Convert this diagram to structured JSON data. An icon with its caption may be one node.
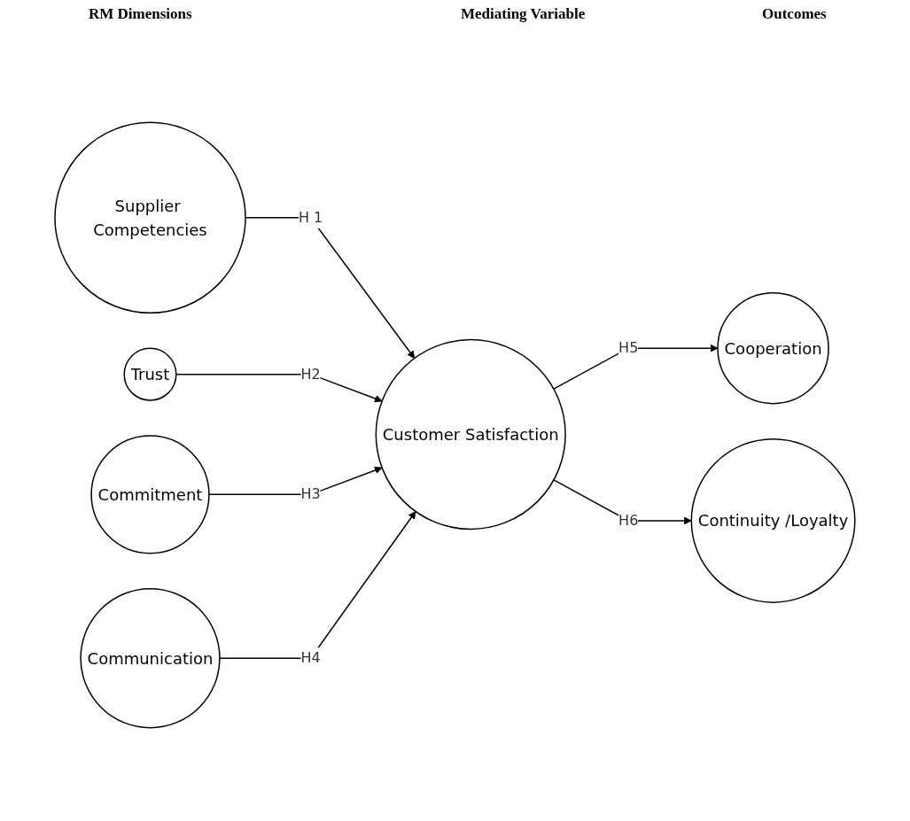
{
  "diagram": {
    "nodes": [
      {
        "text": [
          "Supplier Competencies"
        ]
      },
      {
        "text": [
          "Trust"
        ]
      },
      {
        "text": [
          "Commitment"
        ]
      },
      {
        "text": [
          "Communication"
        ]
      },
      {
        "text": [
          "Customer Satisfaction"
        ]
      },
      {
        "text": [
          "Cooperation"
        ]
      },
      {
        "text": [
          "Continuity /Loyalty"
        ]
      }
    ],
    "edges": [
      {
        "from": 0,
        "to": 4,
        "arrow": "to",
        "label": "H 1"
      },
      {
        "from": 1,
        "to": 4,
        "arrow": "to",
        "label": "H2"
      },
      {
        "from": 2,
        "to": 4,
        "arrow": "to",
        "label": "H3"
      },
      {
        "from": 3,
        "to": 4,
        "arrow": "to",
        "label": "H4"
      },
      {
        "from": 4,
        "to": 5,
        "arrow": "to",
        "label": "H5"
      },
      {
        "from": 4,
        "to": 6,
        "arrow": "to",
        "label": "H6"
      }
    ],
    "labels": [
      "RM Dimensions",
      "Mediating Variable",
      "Outcomes"
    ]
  }
}
